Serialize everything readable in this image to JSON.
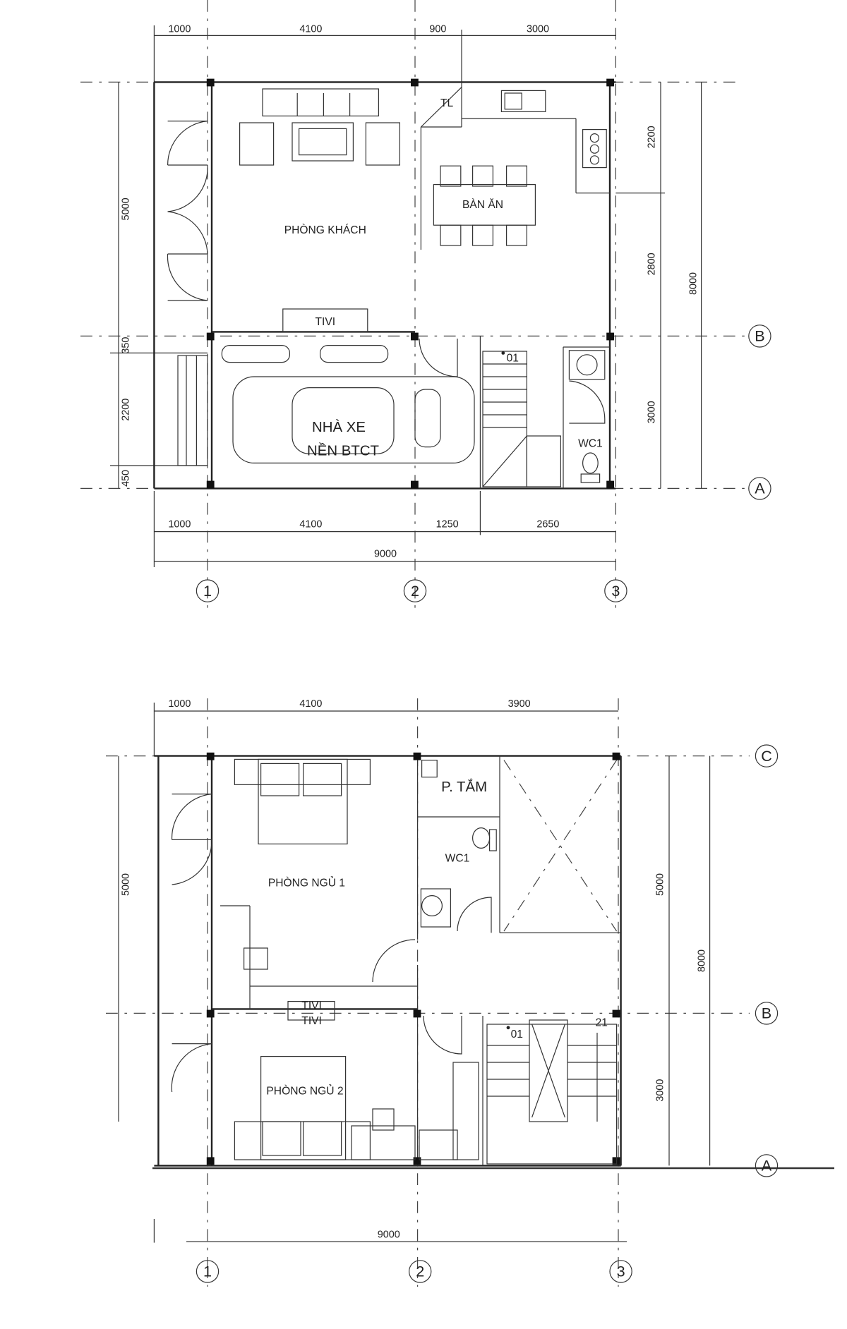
{
  "plan_ground": {
    "top_dims": [
      "1000",
      "4100",
      "900",
      "3000"
    ],
    "bottom_dims": [
      "1000",
      "4100",
      "1250",
      "2650"
    ],
    "total_width": "9000",
    "left_dims": [
      "5000",
      "350",
      "2200",
      "450"
    ],
    "right_dims": [
      "2200",
      "2800",
      "3000"
    ],
    "total_depth": "8000",
    "axes_x": [
      "1",
      "2",
      "3"
    ],
    "axes_y": [
      "B",
      "A"
    ],
    "rooms": {
      "living": "PHÒNG KHÁCH",
      "dining": "BÀN ĂN",
      "tl": "TL",
      "tv": "TIVI",
      "garage_1": "NHÀ XE",
      "garage_2": "NỀN BTCT",
      "wc": "WC1",
      "stair_start": "01"
    }
  },
  "plan_upper": {
    "top_dims": [
      "1000",
      "4100",
      "3900"
    ],
    "total_width": "9000",
    "left_dims": [
      "5000"
    ],
    "right_dims": [
      "5000",
      "3000"
    ],
    "total_depth": "8000",
    "axes_x": [
      "1",
      "2",
      "3"
    ],
    "axes_y": [
      "C",
      "B",
      "A"
    ],
    "rooms": {
      "bath": "P. TẮM",
      "wc": "WC1",
      "bed1": "PHÒNG NGỦ 1",
      "bed2": "PHÒNG NGỦ 2",
      "tv1": "TIVI",
      "tv2": "TIVI",
      "stair_start": "01",
      "stair_end": "21"
    }
  }
}
